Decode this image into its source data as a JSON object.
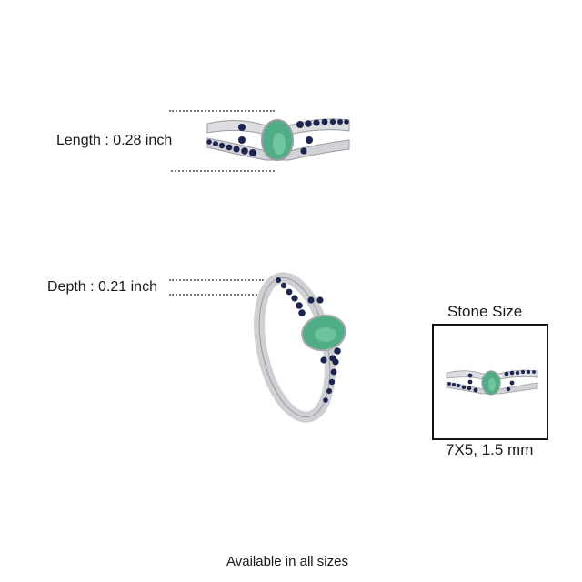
{
  "dimensions": {
    "length_label": "Length : 0.28 inch",
    "depth_label": "Depth : 0.21 inch"
  },
  "stone_panel": {
    "title": "Stone Size",
    "size_label": "7X5, 1.5 mm"
  },
  "footer": {
    "availability": "Available in all sizes"
  },
  "colors": {
    "metal": "#d9dadc",
    "emerald": "#4fae86",
    "sapphire": "#1c2450",
    "dotted_line": "#777777"
  }
}
